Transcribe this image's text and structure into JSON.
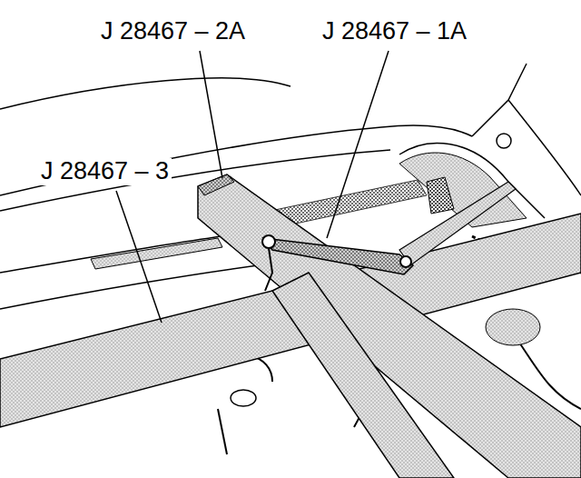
{
  "diagram": {
    "labels": [
      "J 28467 – 2A",
      "J 28467 – 1A",
      "J 28467 – 3"
    ]
  }
}
